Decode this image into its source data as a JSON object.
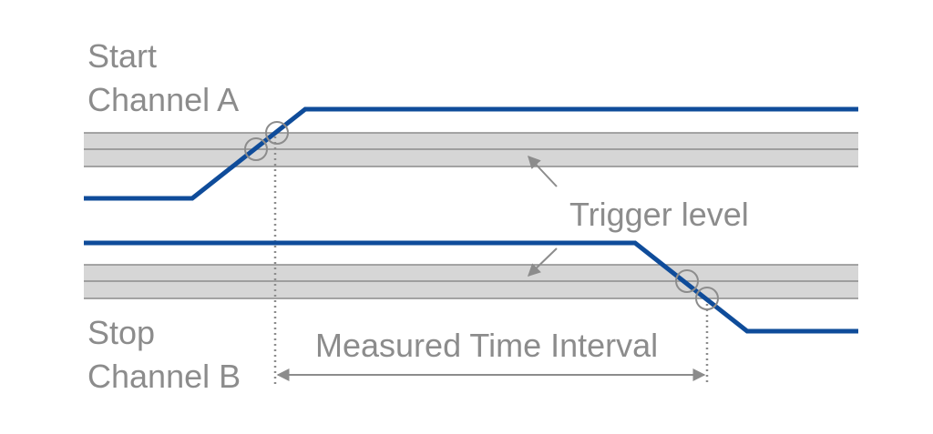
{
  "labels": {
    "start_line1": "Start",
    "start_line2": "Channel A",
    "stop_line1": "Stop",
    "stop_line2": "Channel B",
    "trigger": "Trigger level",
    "interval": "Measured Time Interval"
  },
  "colors": {
    "signal": "#0f4c9a",
    "band_fill": "#d6d6d6",
    "band_line": "#8c8c8c",
    "text": "#8c8c8c",
    "arrow": "#8c8c8c",
    "marker": "#8c8c8c"
  }
}
